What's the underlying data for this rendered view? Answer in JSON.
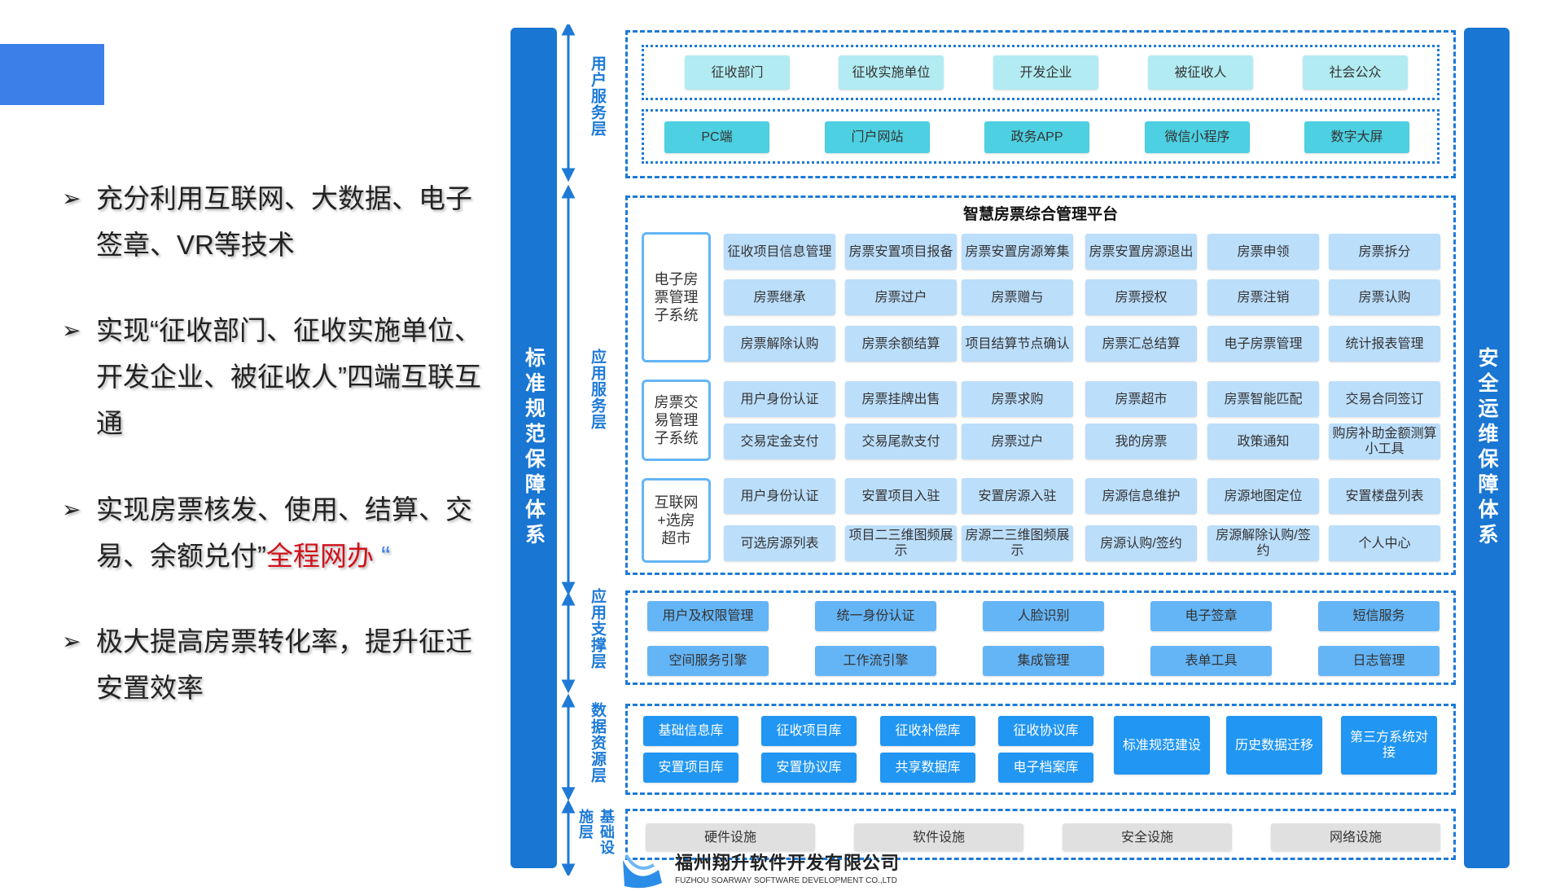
{
  "bullets": [
    {
      "text": "充分利用互联网、大数据、电子签章、VR等技术"
    },
    {
      "text": "实现“征收部门、征收实施单位、开发企业、被征收人”四端互联互通"
    },
    {
      "text_before": "实现房票核发、使用、结算、交易、余额兑付”",
      "highlight": "全程网办",
      "text_after": " “"
    },
    {
      "text": "极大提高房票转化率，提升征迁安置效率"
    }
  ],
  "left_bar": "标准规范保障体系",
  "right_bar": "安全运维保障体系",
  "layers": {
    "user": "用户服务层",
    "app": "应用服务层",
    "support": "应用支撑层",
    "data": "数据资源层",
    "infra": "基础设施层"
  },
  "user_layer": {
    "roles": [
      "征收部门",
      "征收实施单位",
      "开发企业",
      "被征收人",
      "社会公众"
    ],
    "channels": [
      "PC端",
      "门户网站",
      "政务APP",
      "微信小程序",
      "数字大屏"
    ]
  },
  "app_layer": {
    "title": "智慧房票综合管理平台",
    "subsystems": [
      {
        "name": "电子房票管理子系统",
        "rows": [
          [
            "征收项目信息管理",
            "房票安置项目报备",
            "房票安置房源筹集",
            "房票安置房源退出",
            "房票申领",
            "房票拆分"
          ],
          [
            "房票继承",
            "房票过户",
            "房票赠与",
            "房票授权",
            "房票注销",
            "房票认购"
          ],
          [
            "房票解除认购",
            "房票余额结算",
            "项目结算节点确认",
            "房票汇总结算",
            "电子房票管理",
            "统计报表管理"
          ]
        ]
      },
      {
        "name": "房票交易管理子系统",
        "rows": [
          [
            "用户身份认证",
            "房票挂牌出售",
            "房票求购",
            "房票超市",
            "房票智能匹配",
            "交易合同签订"
          ],
          [
            "交易定金支付",
            "交易尾款支付",
            "房票过户",
            "我的房票",
            "政策通知",
            "购房补助金额测算小工具"
          ]
        ]
      },
      {
        "name": "互联网+选房超市",
        "rows": [
          [
            "用户身份认证",
            "安置项目入驻",
            "安置房源入驻",
            "房源信息维护",
            "房源地图定位",
            "安置楼盘列表"
          ],
          [
            "可选房源列表",
            "项目二三维图频展示",
            "房源二三维图频展示",
            "房源认购/签约",
            "房源解除认购/签约",
            "个人中心"
          ]
        ]
      }
    ]
  },
  "support_layer": [
    [
      "用户及权限管理",
      "统一身份认证",
      "人脸识别",
      "电子签章",
      "短信服务"
    ],
    [
      "空间服务引擎",
      "工作流引擎",
      "集成管理",
      "表单工具",
      "日志管理"
    ]
  ],
  "data_layer": {
    "small": [
      [
        "基础信息库",
        "征收项目库",
        "征收补偿库",
        "征收协议库"
      ],
      [
        "安置项目库",
        "安置协议库",
        "共享数据库",
        "电子档案库"
      ]
    ],
    "large": [
      "标准规范建设",
      "历史数据迁移",
      "第三方系统对接"
    ]
  },
  "infra_layer": [
    "硬件设施",
    "软件设施",
    "安全设施",
    "网络设施"
  ],
  "logo": {
    "cn": "福州翔升软件开发有限公司",
    "en": "FUZHOU SOARWAY SOFTWARE DEVELOPMENT CO.,LTD"
  },
  "colors": {
    "bar": "#1976d2",
    "dash": "#1e7ad6",
    "highlight": "#d0121b",
    "corner": "#3d7fe8"
  }
}
